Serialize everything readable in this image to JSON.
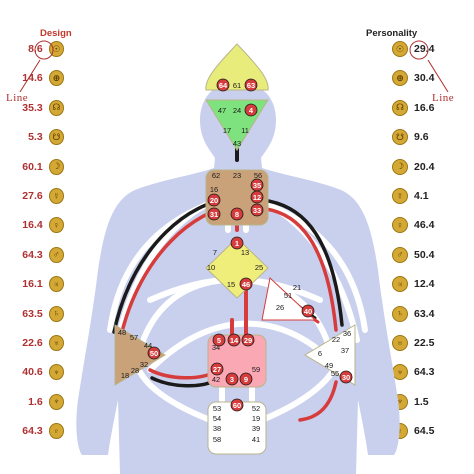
{
  "design": {
    "title": "Design",
    "rows": [
      {
        "value": "8.6",
        "icon": "sun-icon",
        "glyph": "☉"
      },
      {
        "value": "14.6",
        "icon": "earth-icon",
        "glyph": "⊕"
      },
      {
        "value": "35.3",
        "icon": "north-node-icon",
        "glyph": "☊"
      },
      {
        "value": "5.3",
        "icon": "south-node-icon",
        "glyph": "☋"
      },
      {
        "value": "60.1",
        "icon": "moon-icon",
        "glyph": "☽"
      },
      {
        "value": "27.6",
        "icon": "mercury-icon",
        "glyph": "☿"
      },
      {
        "value": "16.4",
        "icon": "venus-icon",
        "glyph": "♀"
      },
      {
        "value": "64.3",
        "icon": "mars-icon",
        "glyph": "♂"
      },
      {
        "value": "16.1",
        "icon": "jupiter-icon",
        "glyph": "♃"
      },
      {
        "value": "63.5",
        "icon": "saturn-icon",
        "glyph": "♄"
      },
      {
        "value": "22.6",
        "icon": "uranus-icon",
        "glyph": "♅"
      },
      {
        "value": "40.6",
        "icon": "neptune-icon",
        "glyph": "♆"
      },
      {
        "value": "1.6",
        "icon": "neptune-icon",
        "glyph": "♆"
      },
      {
        "value": "64.3",
        "icon": "pluto-icon",
        "glyph": "♇"
      }
    ],
    "annotation": "Line"
  },
  "personality": {
    "title": "Personality",
    "rows": [
      {
        "value": "29.4",
        "icon": "sun-icon",
        "glyph": "☉"
      },
      {
        "value": "30.4",
        "icon": "earth-icon",
        "glyph": "⊕"
      },
      {
        "value": "16.6",
        "icon": "north-node-icon",
        "glyph": "☊"
      },
      {
        "value": "9.6",
        "icon": "south-node-icon",
        "glyph": "☋"
      },
      {
        "value": "20.4",
        "icon": "moon-icon",
        "glyph": "☽"
      },
      {
        "value": "4.1",
        "icon": "mercury-icon",
        "glyph": "☿"
      },
      {
        "value": "46.4",
        "icon": "venus-icon",
        "glyph": "♀"
      },
      {
        "value": "50.4",
        "icon": "mars-icon",
        "glyph": "♂"
      },
      {
        "value": "12.4",
        "icon": "jupiter-icon",
        "glyph": "♃"
      },
      {
        "value": "63.4",
        "icon": "saturn-icon",
        "glyph": "♄"
      },
      {
        "value": "22.5",
        "icon": "uranus-icon",
        "glyph": "♅"
      },
      {
        "value": "64.3",
        "icon": "neptune-icon",
        "glyph": "♆"
      },
      {
        "value": "1.5",
        "icon": "neptune-icon",
        "glyph": "♆"
      },
      {
        "value": "64.5",
        "icon": "pluto-icon",
        "glyph": "♇"
      }
    ],
    "annotation": "Line"
  },
  "centers": {
    "head": {
      "gates": [
        "64",
        "61",
        "63"
      ],
      "color": "#e8ec7a"
    },
    "ajna": {
      "gates": [
        "47",
        "24",
        "4",
        "17",
        "11",
        "43"
      ],
      "color": "#7ee27e"
    },
    "throat": {
      "gates": [
        "62",
        "23",
        "56",
        "16",
        "35",
        "20",
        "12",
        "31",
        "8",
        "33"
      ],
      "color": "#c9a27a"
    },
    "g_center": {
      "gates": [
        "1",
        "7",
        "13",
        "10",
        "15",
        "46",
        "25"
      ],
      "color": "#f0ee7a"
    },
    "heart": {
      "gates": [
        "21",
        "51",
        "26",
        "40"
      ],
      "color": "#ffffff"
    },
    "spleen": {
      "gates": [
        "48",
        "57",
        "44",
        "50",
        "32",
        "28",
        "18"
      ],
      "color": "#c9a27a"
    },
    "sacral": {
      "gates": [
        "34",
        "5",
        "14",
        "29",
        "59",
        "27",
        "42",
        "3",
        "9"
      ],
      "color": "#f9a8b4"
    },
    "solar_plexus": {
      "gates": [
        "36",
        "22",
        "37",
        "6",
        "49",
        "55",
        "30"
      ],
      "color": "#ffffff"
    },
    "root": {
      "gates": [
        "53",
        "60",
        "52",
        "54",
        "19",
        "38",
        "39",
        "58",
        "41"
      ],
      "color": "#ffffff"
    }
  },
  "colors": {
    "design_red": "#d63c3c",
    "personality_black": "#1a1a1a",
    "body": "#c9d0ee",
    "channel": "#ffffff"
  }
}
